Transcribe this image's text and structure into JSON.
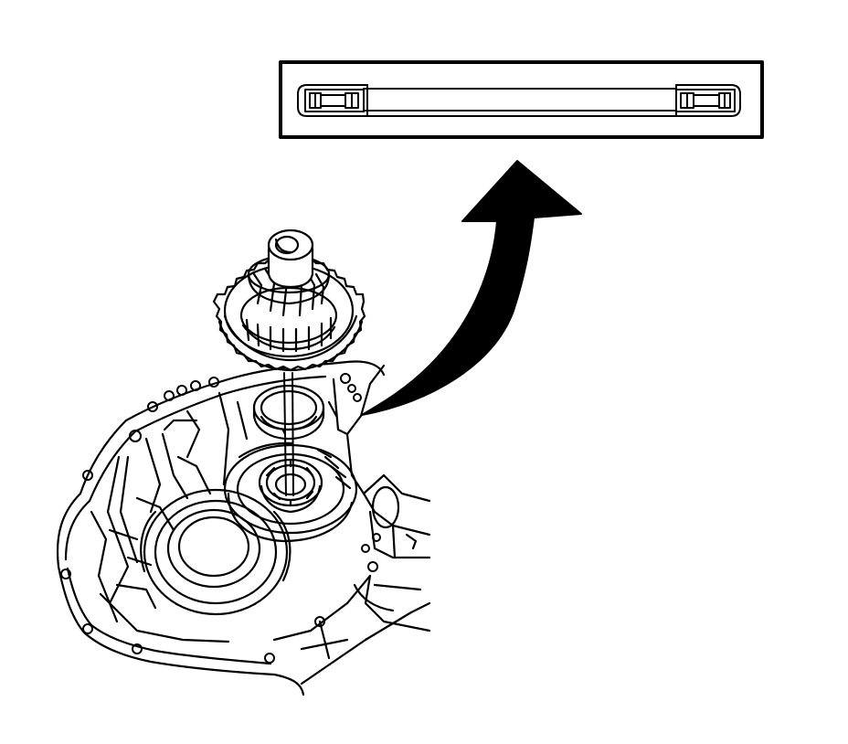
{
  "figure": {
    "kind": "technical-illustration",
    "line_color": "#000000",
    "background_color": "#ffffff",
    "parts": {
      "inset": "bearing-cross-section",
      "arrow": "direction-arrow",
      "gear": "helical-gear",
      "bearing_race": "bearing-race",
      "bearing": "roller-bearing",
      "housing": "transmission-case"
    }
  }
}
